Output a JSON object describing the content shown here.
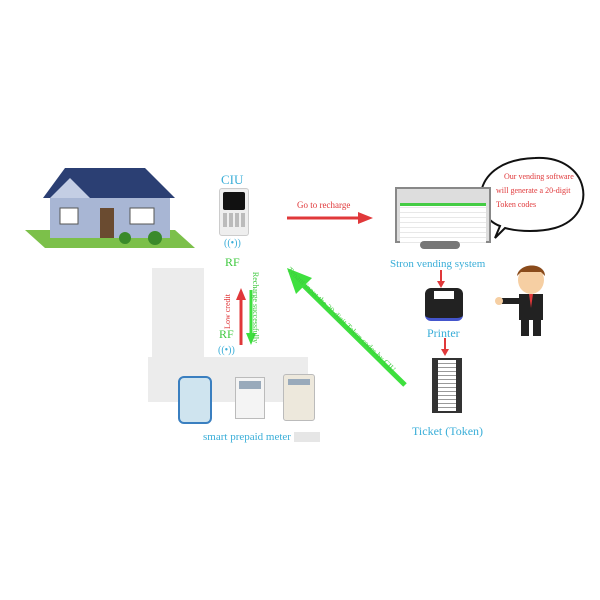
{
  "ciu_label": "CIU",
  "rf_top": "RF",
  "rf_bottom": "RF",
  "go_to_recharge": "Go to recharge",
  "low_credit": "Low credit",
  "recharge_successfully": "Recharge successfully",
  "tenant_input": "Tenant input the 20-digit Token codes by CIU",
  "vending_system": "Stron vending system",
  "printer": "Printer",
  "ticket": "Ticket (Token)",
  "meter": "smart prepaid meter",
  "bubble": [
    "Our vending software",
    "will generate a 20-digit",
    "Token codes"
  ],
  "colors": {
    "red": "#e0383a",
    "green": "#3ee03e",
    "cyan": "#3aaed8"
  }
}
